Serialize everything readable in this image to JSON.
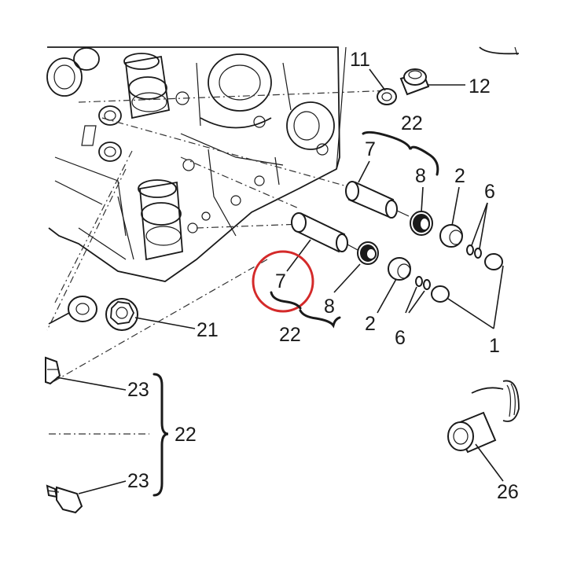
{
  "callouts": {
    "c11": "11",
    "c12": "12",
    "c22_top": "22",
    "c7_top": "7",
    "c8_top": "8",
    "c2_top": "2",
    "c6_top": "6",
    "c7_mid": "7",
    "c8_mid": "8",
    "c2_mid": "2",
    "c6_mid": "6",
    "c1": "1",
    "c22_mid": "22",
    "c21": "21",
    "c23_top": "23",
    "c22_bottom": "22",
    "c23_bottom": "23",
    "c26": "26"
  },
  "highlight_color": "#d42a2a"
}
